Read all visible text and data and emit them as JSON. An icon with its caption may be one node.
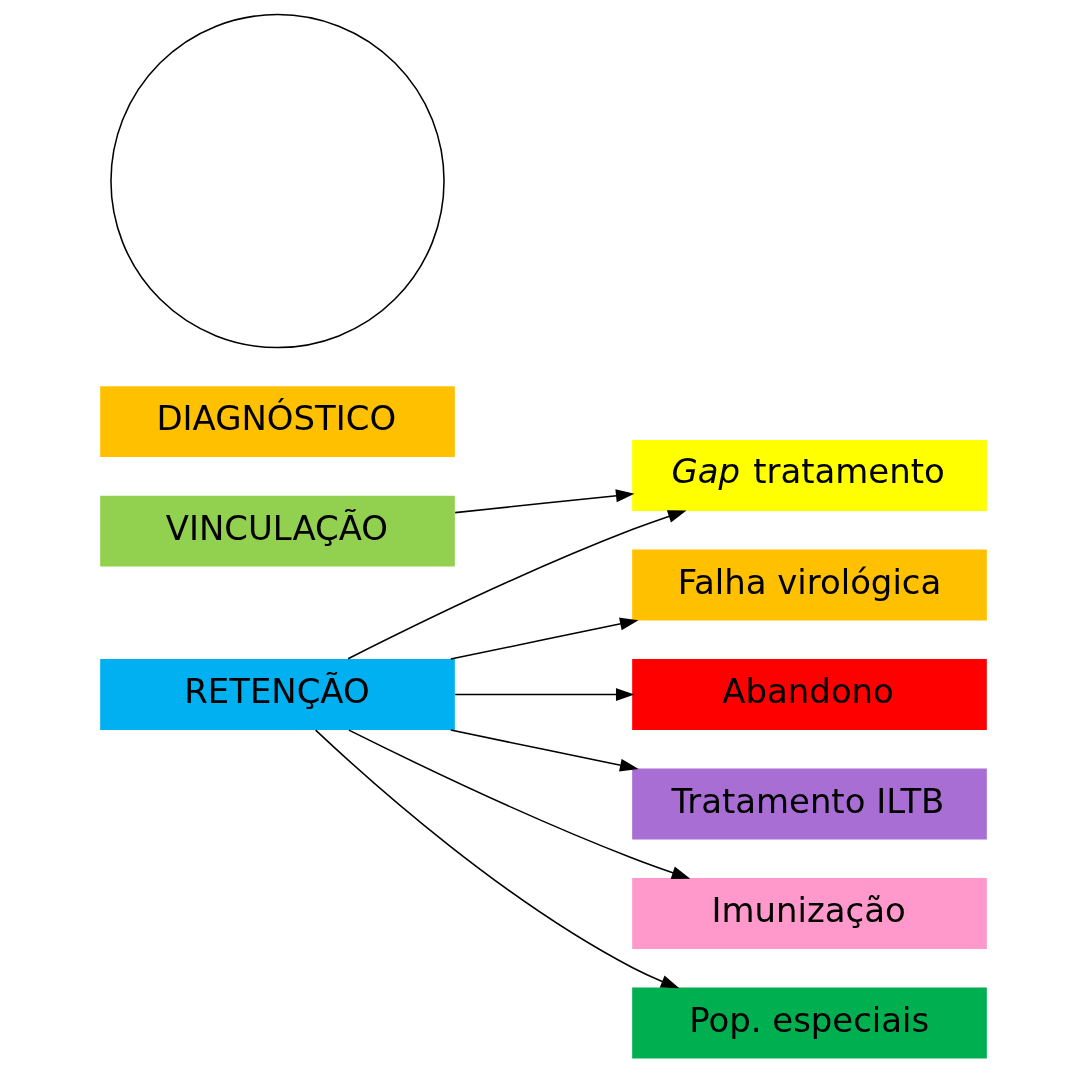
{
  "diagram": {
    "nodes": [
      {
        "text": [
          "DIAGNÓSTICO"
        ]
      },
      {
        "text": [
          "VINCULAÇÃO"
        ]
      },
      {
        "text": [
          "RETENÇÃO"
        ]
      },
      {
        "text": [
          "*Gap* tratamento"
        ]
      },
      {
        "text": [
          "Falha virológica"
        ]
      },
      {
        "text": [
          "Abandono"
        ]
      },
      {
        "text": [
          "Tratamento ILTB"
        ]
      },
      {
        "text": [
          "Imunização"
        ]
      },
      {
        "text": [
          "Pop. especiais"
        ]
      },
      {
        "text": [],
        "shape": "circle"
      }
    ],
    "edges": [
      {
        "from": 1,
        "to": 3,
        "arrow": "to"
      },
      {
        "from": 2,
        "to": 3,
        "arrow": "to"
      },
      {
        "from": 2,
        "to": 4,
        "arrow": "to"
      },
      {
        "from": 2,
        "to": 5,
        "arrow": "to"
      },
      {
        "from": 2,
        "to": 6,
        "arrow": "to"
      },
      {
        "from": 2,
        "to": 7,
        "arrow": "to"
      },
      {
        "from": 2,
        "to": 8,
        "arrow": "to"
      }
    ]
  }
}
